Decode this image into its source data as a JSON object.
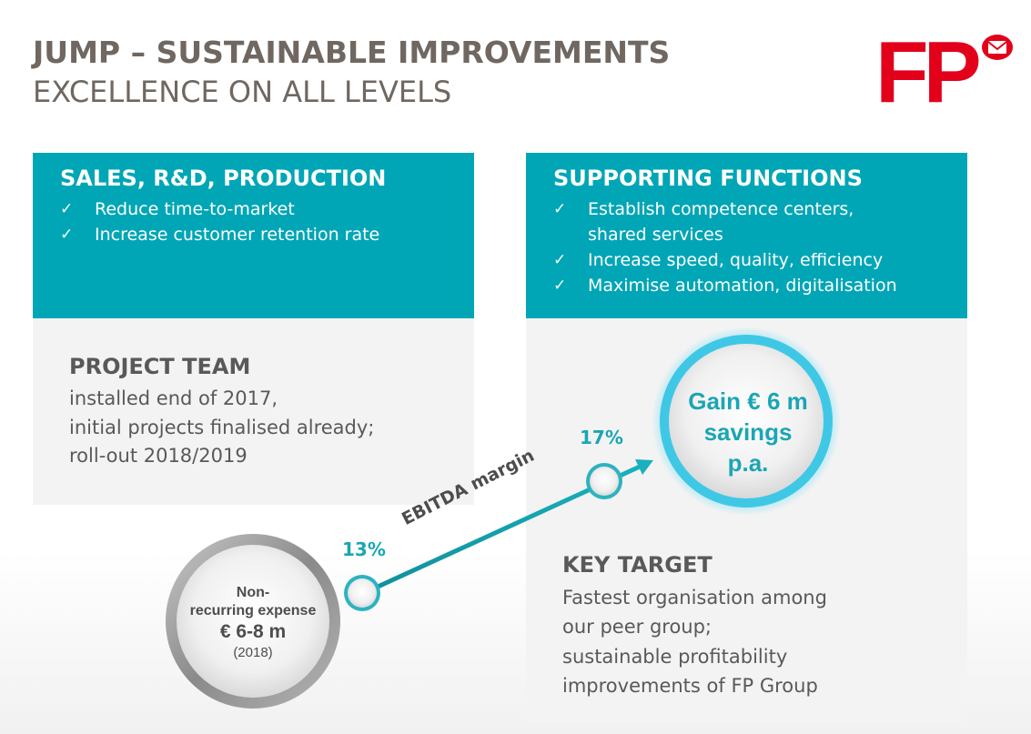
{
  "header": {
    "title": "JUMP – SUSTAINABLE IMPROVEMENTS",
    "subtitle": "EXCELLENCE ON ALL LEVELS",
    "logo_text": "FP",
    "brand_color": "#e2001a",
    "accent_color": "#00a6b6"
  },
  "left_panel": {
    "heading": "SALES, R&D, PRODUCTION",
    "items": [
      "Reduce time-to-market",
      "Increase customer retention rate"
    ]
  },
  "right_panel": {
    "heading": "SUPPORTING FUNCTIONS",
    "items": [
      "Establish competence centers,",
      "shared services",
      "Increase speed, quality, efficiency",
      "Maximise automation, digitalisation"
    ]
  },
  "project_team": {
    "heading": "PROJECT TEAM",
    "lines": [
      "installed end of 2017,",
      "initial projects finalised already;",
      "roll-out 2018/2019"
    ]
  },
  "key_target": {
    "heading": "KEY TARGET",
    "lines": [
      "Fastest organisation among",
      "our peer group;",
      "sustainable profitability",
      "improvements of FP Group"
    ]
  },
  "graphic": {
    "start_pct": "13%",
    "end_pct": "17%",
    "arrow_label": "EBITDA margin",
    "gain_lines": [
      "Gain € 6 m",
      "savings",
      "p.a."
    ],
    "nonrec_lines": [
      "Non-",
      "recurring expense",
      "€ 6-8 m",
      "(2018)"
    ]
  }
}
